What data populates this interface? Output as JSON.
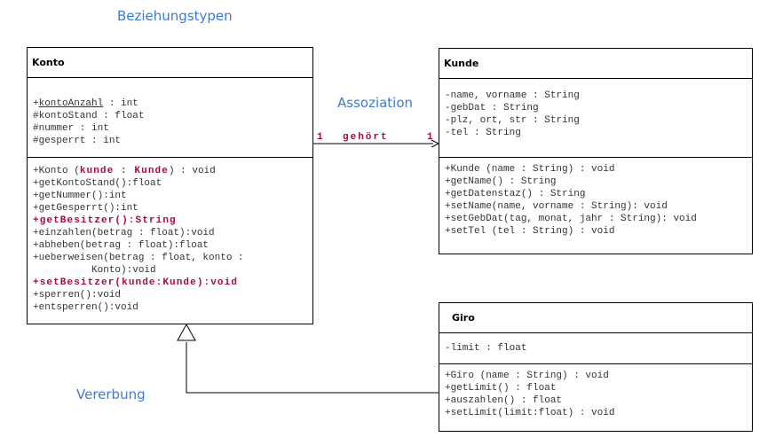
{
  "headings": {
    "title": "Beziehungstypen",
    "association": "Assoziation",
    "inheritance": "Vererbung"
  },
  "association_label": {
    "left": "1",
    "middle": "gehört",
    "right": "1"
  },
  "konto": {
    "name": "Konto",
    "attr_static_prefix": "+",
    "attr_static_name": "kontoAnzahl",
    "attr_static_type": " : int",
    "attributes": [
      "#kontoStand : float",
      "#nummer : int",
      "#gesperrt : int"
    ],
    "ctor_prefix": "+Konto (",
    "ctor_param": "kunde : Kunde",
    "ctor_suffix": ") : void",
    "methods_a": [
      "+getKontoStand():float",
      "+getNummer():int",
      "+getGesperrt():int"
    ],
    "highlight_1": "+getBesitzer():String",
    "methods_b": [
      "+einzahlen(betrag : float):void",
      "+abheben(betrag : float):float",
      "+ueberweisen(betrag : float, konto :",
      "          Konto):void"
    ],
    "highlight_2": "+setBesitzer(kunde:Kunde):void",
    "methods_c": [
      "+sperren():void",
      "+entsperren():void"
    ]
  },
  "kunde": {
    "name": "Kunde",
    "attributes": [
      "-name, vorname : String",
      "-gebDat : String",
      "-plz, ort, str : String",
      "-tel : String"
    ],
    "methods": [
      "+Kunde (name : String) : void",
      "+getName() : String",
      "+getDatenstaz() : String",
      "+setName(name, vorname : String): void",
      "+setGebDat(tag, monat, jahr : String): void",
      "+setTel (tel : String) : void"
    ]
  },
  "giro": {
    "name": "Giro",
    "attributes": [
      "-limit : float"
    ],
    "methods": [
      "+Giro (name : String) : void",
      "+getLimit() : float",
      "+auszahlen() : float",
      "+setLimit(limit:float) : void"
    ]
  }
}
